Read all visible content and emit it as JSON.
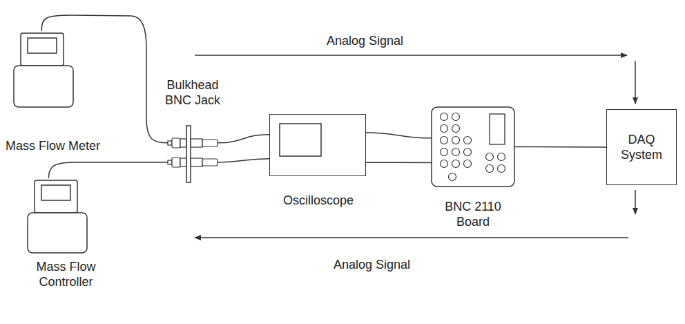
{
  "diagram": {
    "nodes": [
      {
        "text": [
          "Mass Flow Meter"
        ]
      },
      {
        "text": [
          "Mass Flow Controller"
        ]
      },
      {
        "text": [
          "Bulkhead BNC Jack"
        ]
      },
      {
        "text": [
          "Oscilloscope"
        ]
      },
      {
        "text": [
          "BNC 2110 Board"
        ]
      },
      {
        "text": [
          "DAQ System"
        ]
      }
    ],
    "edges": [
      {
        "from": 0,
        "to": 2,
        "arrow": "none"
      },
      {
        "from": 1,
        "to": 2,
        "arrow": "none"
      },
      {
        "from": 2,
        "to": 3,
        "arrow": "none"
      },
      {
        "from": 2,
        "to": 3,
        "arrow": "none"
      },
      {
        "from": 3,
        "to": 4,
        "arrow": "none"
      },
      {
        "from": 3,
        "to": 4,
        "arrow": "none"
      },
      {
        "from": 4,
        "to": 5,
        "arrow": "none"
      }
    ],
    "labels": [
      "Analog Signal",
      "Analog Signal"
    ]
  }
}
